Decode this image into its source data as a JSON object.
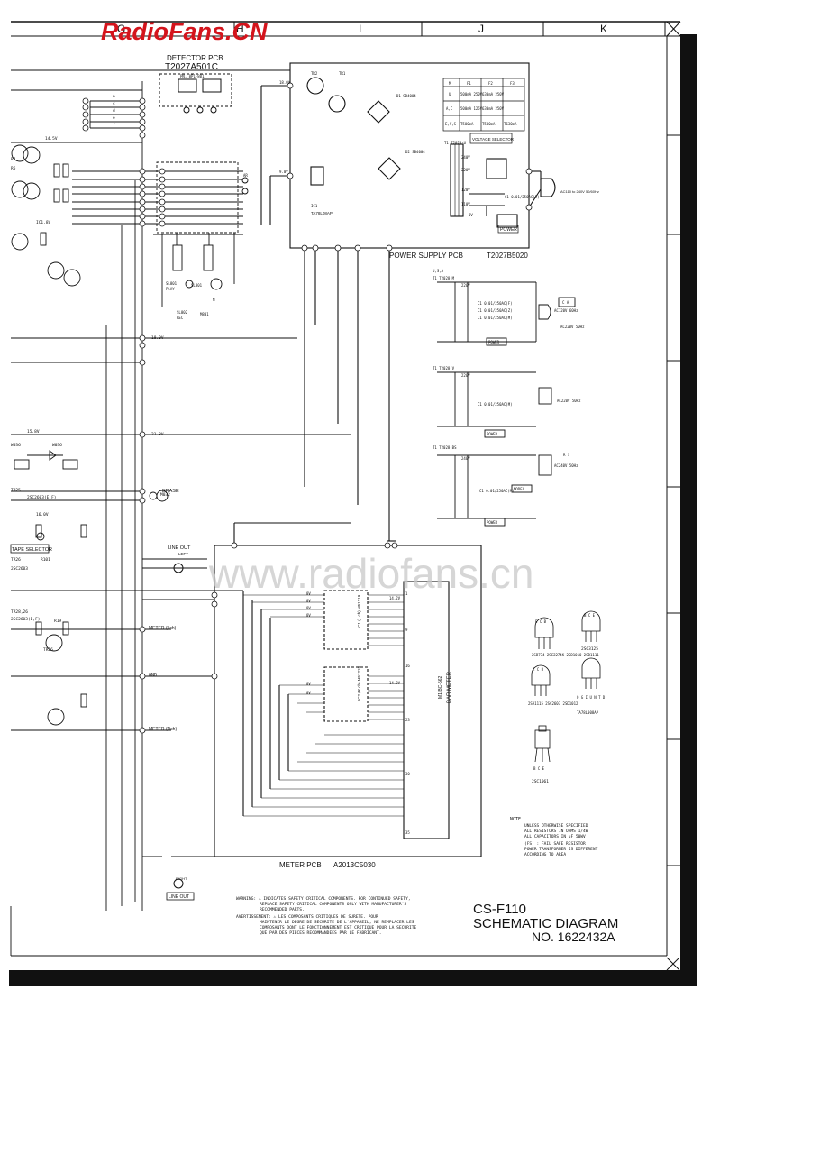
{
  "brand": {
    "logo_text": "RadioFans.CN",
    "logo_color": "#d4141c"
  },
  "watermark": "www.radiofans.cn",
  "grid_columns": [
    "G",
    "H",
    "I",
    "J",
    "K"
  ],
  "boards": {
    "detector": {
      "title": "DETECTOR PCB",
      "part": "T2027A501C",
      "connector": "PN. 8P1-801"
    },
    "power_supply": {
      "title": "POWER SUPPLY PCB",
      "part": "T2027B5020"
    },
    "meter": {
      "title": "METER PCB",
      "part": "A2013C5030"
    }
  },
  "labels": {
    "voltage_selector": "VOLTAGE SELECTOR",
    "power": "POWER",
    "erase": "ERASE",
    "tape_selector": "TAPE SELECTOR",
    "line_out_left": "LINE OUT",
    "line_out_left_sub": "LEFT",
    "line_out_right": "LINE OUT",
    "line_out_right_sub": "RIGHT",
    "meter_lch": "METER (Lch)",
    "meter_rch": "METER (Rch)",
    "bar_meter": "BAR METER",
    "ac_in": "AC110 to 240V 50/60Hz",
    "regulator": "TA78L08AP",
    "ic1": "IC1 (L.ch) M51219",
    "ic2": "IC2 (R.ch) M51219",
    "meter_ref": "M1 BC-562"
  },
  "fuse_table": {
    "headers": [
      "M",
      "F1",
      "F2",
      "F3"
    ],
    "rows": [
      [
        "U",
        "500mA 250V",
        "630mA 250V",
        ""
      ],
      [
        "A,C",
        "500mA 125V",
        "630mA 250V",
        ""
      ],
      [
        "E,V,S",
        "T500mA",
        "T500mA",
        "T630mA"
      ]
    ]
  },
  "transistors": [
    {
      "types": "2SB774 2SC2274K 2SD1010 2SD1111",
      "pins": "E C B"
    },
    {
      "types": "2SC3125",
      "pins": "B C E"
    },
    {
      "types": "2SA1115 2SC2603 2SD1012",
      "pins": "E C B"
    },
    {
      "types": "TA78L008AP",
      "pins": "O G I U N T D"
    },
    {
      "types": "2SC1061",
      "pins": "B C E"
    }
  ],
  "note": {
    "heading": "NOTE",
    "lines": [
      "UNLESS OTHERWISE SPECIFIED",
      "ALL RESISTORS IN OHMS 1/4W",
      "ALL CAPACITORS IN uF 50WV",
      "(FS) : FAIL SAFE RESISTOR",
      "POWER TRANSFORMER IS DIFFERENT",
      "ACCORDING TO AREA"
    ]
  },
  "warnings": [
    "WARNING: ⚠ INDICATES SAFETY CRITICAL COMPONENTS. FOR CONTINUED SAFETY,",
    "REPLACE SAFETY CRITICAL COMPONENTS ONLY WITH MANUFACTURER'S",
    "RECOMMENDED PARTS.",
    "AVERTISSEMENT: ⚠ LES COMPOSANTS CRITIQUES DE SURETE. POUR",
    "MAINTENIR LE DEGRE DE SECURITE DE L'APPAREIL, NE REMPLACER LES",
    "COMPOSANTS DONT LE FONCTIONNEMENT EST CRITIQUE POUR LA SECURITE",
    "QUE PAR DES PIECES RECOMMANDEES PAR LE FABRICANT."
  ],
  "title_block": {
    "model": "CS-F110",
    "name": "SCHEMATIC DIAGRAM",
    "number": "NO. 1622432A"
  },
  "colors": {
    "ink": "#111111",
    "paper": "#ffffff",
    "watermark": "#c8c8c8"
  }
}
